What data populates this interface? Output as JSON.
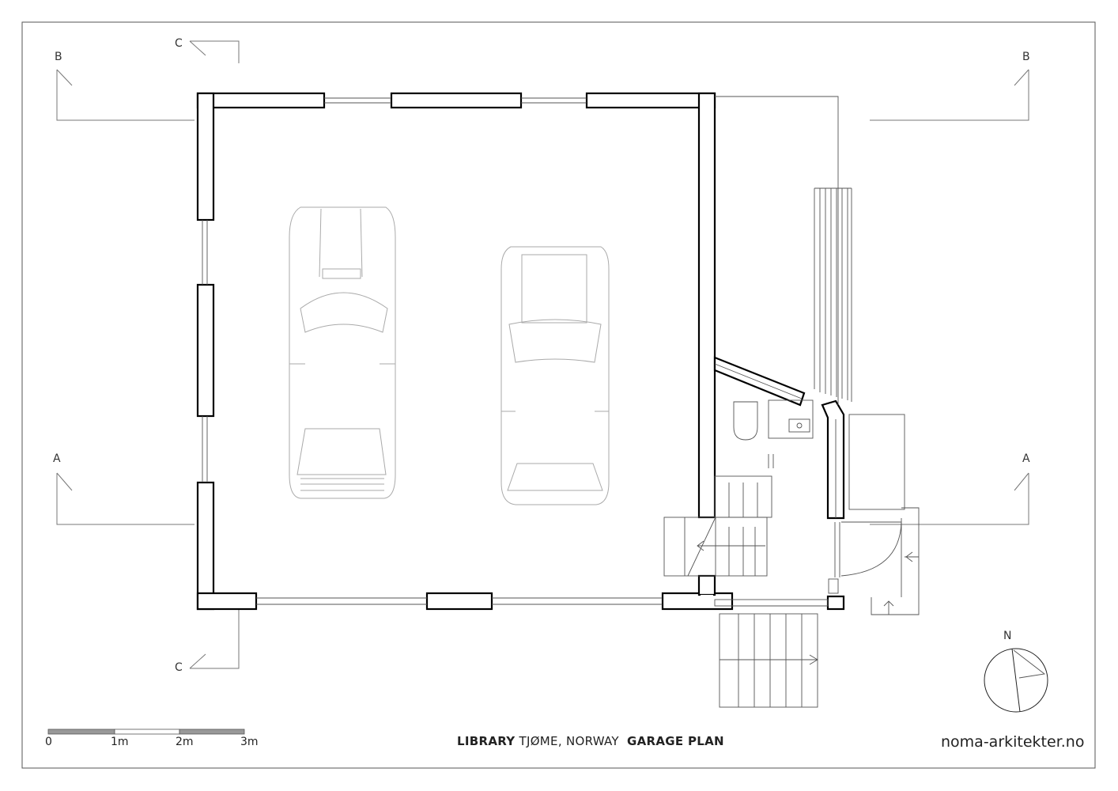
{
  "sections": {
    "a_left": "A",
    "a_right": "A",
    "b_left": "B",
    "b_right": "B",
    "c_top": "C",
    "c_bottom": "C"
  },
  "north": {
    "label": "N"
  },
  "scale": {
    "labels": [
      "0",
      "1m",
      "2m",
      "3m"
    ]
  },
  "title": {
    "project": "LIBRARY",
    "location": "TJØME, NORWAY",
    "plan": "GARAGE PLAN"
  },
  "website": "noma-arkitekter.no",
  "colors": {
    "wall": "#000000",
    "line": "#555555",
    "car": "#aaaaaa",
    "scale_dark": "#999999"
  }
}
